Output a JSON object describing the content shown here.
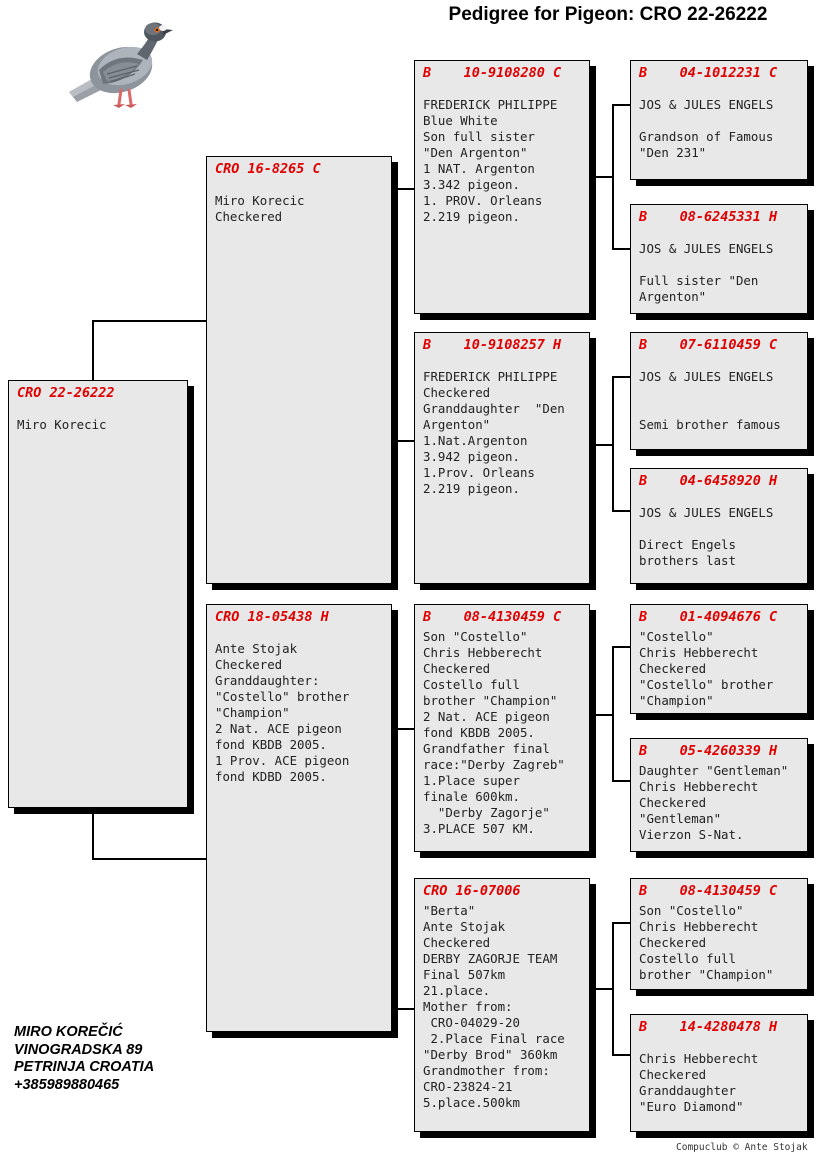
{
  "header": {
    "title": "Pedigree for Pigeon: CRO 22-26222"
  },
  "photo": {
    "alt": "pigeon-photo"
  },
  "subject": {
    "ring": "CRO 22-26222",
    "details": "Miro Korecic"
  },
  "gen1": [
    {
      "ring": "CRO 16-8265 C",
      "details": "Miro Korecic\nCheckered"
    },
    {
      "ring": "CRO 18-05438 H",
      "details": "Ante Stojak\nCheckered\nGranddaughter:\n\"Costello\" brother\n\"Champion\"\n2 Nat. ACE pigeon\nfond KBDB 2005.\n1 Prov. ACE pigeon\nfond KDBD 2005."
    }
  ],
  "gen2": [
    {
      "ring": "B    10-9108280 C",
      "details": "FREDERICK PHILIPPE\nBlue White\nSon full sister\n\"Den Argenton\"\n1 NAT. Argenton\n3.342 pigeon.\n1. PROV. Orleans\n2.219 pigeon."
    },
    {
      "ring": "B    10-9108257 H",
      "details": "FREDERICK PHILIPPE\nCheckered\nGranddaughter  \"Den\nArgenton\"\n1.Nat.Argenton\n3.942 pigeon.\n1.Prov. Orleans\n2.219 pigeon."
    },
    {
      "ring": "B    08-4130459 C",
      "details": "Son \"Costello\"\nChris Hebberecht\nCheckered\nCostello full\nbrother \"Champion\"\n2 Nat. ACE pigeon\nfond KBDB 2005.\nGrandfather final\nrace:\"Derby Zagreb\"\n1.Place super\nfinale 600km.\n  \"Derby Zagorje\"\n3.PLACE 507 KM."
    },
    {
      "ring": "CRO 16-07006",
      "details": "\"Berta\"\nAnte Stojak\nCheckered\nDERBY ZAGORJE TEAM\nFinal 507km\n21.place.\nMother from:\n CRO-04029-20\n 2.Place Final race\n\"Derby Brod\" 360km\nGrandmother from:\nCRO-23824-21\n5.place.500km"
    }
  ],
  "gen3": [
    {
      "ring": "B    04-1012231 C",
      "details": "JOS & JULES ENGELS\n\nGrandson of Famous\n\"Den 231\""
    },
    {
      "ring": "B    08-6245331 H",
      "details": "JOS & JULES ENGELS\n\nFull sister \"Den\nArgenton\""
    },
    {
      "ring": "B    07-6110459 C",
      "details": "JOS & JULES ENGELS\n\n\nSemi brother famous"
    },
    {
      "ring": "B    04-6458920 H",
      "details": "JOS & JULES ENGELS\n\nDirect Engels\nbrothers last"
    },
    {
      "ring": "B    01-4094676 C",
      "details": "\"Costello\"\nChris Hebberecht\nCheckered\n\"Costello\" brother\n\"Champion\""
    },
    {
      "ring": "B    05-4260339 H",
      "details": "Daughter \"Gentleman\"\nChris Hebberecht\nCheckered\n\"Gentleman\"\nVierzon S-Nat."
    },
    {
      "ring": "B    08-4130459 C",
      "details": "Son \"Costello\"\nChris Hebberecht\nCheckered\nCostello full\nbrother \"Champion\""
    },
    {
      "ring": "B    14-4280478 H",
      "details": "Chris Hebberecht\nCheckered\nGranddaughter\n\"Euro Diamond\""
    }
  ],
  "footer": {
    "owner": "MIRO KOREČIĆ\nVINOGRADSKA 89\nPETRINJA CROATIA\n+385989880465",
    "credit": "Compuclub © Ante Stojak"
  },
  "colors": {
    "ring_red": "#e00000",
    "box_fill": "#e8e8e8",
    "line": "#000000"
  }
}
